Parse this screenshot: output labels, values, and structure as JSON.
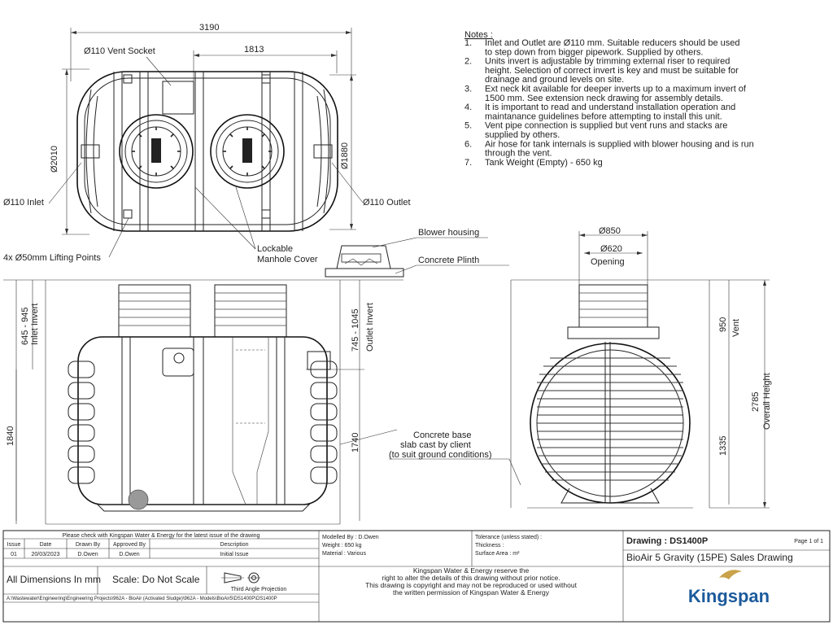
{
  "dimensions": {
    "overall_length": "3190",
    "vent_to_outlet": "1813",
    "width_2010": "Ø2010",
    "width_1880": "Ø1880",
    "inlet_invert": "645 - 945",
    "inlet_invert_label": "Inlet Invert",
    "height_1840": "1840",
    "outlet_invert": "745 - 1045",
    "outlet_invert_label": "Outlet Invert",
    "height_1740": "1740",
    "neck_850": "Ø850",
    "opening_620": "Ø620",
    "opening_label": "Opening",
    "vent_950": "950",
    "vent_label": "Vent",
    "height_1335": "1335",
    "overall_2785": "2785",
    "overall_height_label": "Overall Height"
  },
  "callouts": {
    "vent_socket": "Ø110 Vent Socket",
    "inlet": "Ø110 Inlet",
    "outlet": "Ø110 Outlet",
    "lifting_points": "4x Ø50mm Lifting Points",
    "manhole_cover_1": "Lockable",
    "manhole_cover_2": "Manhole Cover",
    "blower_housing": "Blower housing",
    "concrete_plinth": "Concrete Plinth",
    "concrete_base_1": "Concrete base",
    "concrete_base_2": "slab cast by client",
    "concrete_base_3": "(to suit ground conditions)"
  },
  "notes": {
    "heading": "Notes :",
    "lines": [
      {
        "num": "1.",
        "text": "Inlet and Outlet are Ø110 mm. Suitable reducers should be used"
      },
      {
        "num": "",
        "text": "to step down from bigger pipework. Supplied by others."
      },
      {
        "num": "2.",
        "text": "Units invert is adjustable by trimming external riser to required"
      },
      {
        "num": "",
        "text": "height. Selection of correct invert is key and must be suitable for"
      },
      {
        "num": "",
        "text": "drainage and ground levels on site."
      },
      {
        "num": "3.",
        "text": "Ext neck kit available for deeper inverts up to a maximum invert of"
      },
      {
        "num": "",
        "text": "1500 mm. See extension neck drawing for assembly details."
      },
      {
        "num": "4.",
        "text": "It is important to read and understand installation operation and"
      },
      {
        "num": "",
        "text": "maintanance guidelines before attempting to install this unit."
      },
      {
        "num": "5.",
        "text": "Vent pipe connection is supplied but vent runs and stacks are"
      },
      {
        "num": "",
        "text": "supplied by others."
      },
      {
        "num": "6.",
        "text": "Air hose for tank internals is supplied with blower housing and is run"
      },
      {
        "num": "",
        "text": "through the vent."
      },
      {
        "num": "7.",
        "text": "Tank Weight (Empty) - 650 kg"
      }
    ]
  },
  "title_block": {
    "check_notice": "Please check with Kingspan Water & Energy for the latest issue of the drawing",
    "headers": [
      "Issue",
      "Date",
      "Drawn By",
      "Approved By",
      "Description"
    ],
    "row": [
      "01",
      "20/03/2023",
      "D.Owen",
      "D.Owen",
      "Initial Issue"
    ],
    "modelled_by": "Modelled By : D.Owen",
    "weight": "Weight : 650 kg",
    "material": "Material : Various",
    "tolerance": "Tolerance (unless stated) :",
    "thickness": "Thickness :",
    "surface_area": "Surface Area : m²",
    "drawing_no": "Drawing : DS1400P",
    "page": "Page 1 of 1",
    "drawing_title": "BioAir 5 Gravity (15PE) Sales Drawing",
    "all_dims": "All Dimensions In mm",
    "scale": "Scale: Do Not Scale",
    "projection": "Third Angle Projection",
    "rights_1": "Kingspan Water & Energy reserve the",
    "rights_2": "right to alter the details of this drawing without prior notice.",
    "rights_3": "This drawing is copyright and may not be reproduced or used without",
    "rights_4": "the written permission of Kingspan Water & Energy",
    "file_path": "A:\\Wastewater\\Engineering\\Engineering Projects\\962A - BioAir (Activated Sludge)\\962A - Models\\BioAir5\\DS1400P\\DS1400P",
    "brand": "Kingspan",
    "brand_color": "#1c5a9c",
    "logo_color": "#c9a24a"
  }
}
